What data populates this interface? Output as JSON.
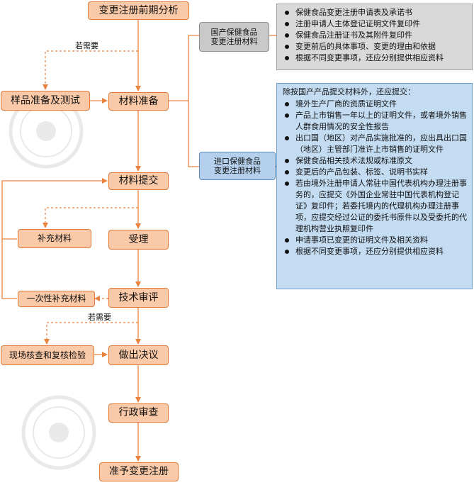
{
  "steps": {
    "analysis": "变更注册前期分析",
    "prepare": "材料准备",
    "submit": "材料提交",
    "accept": "受理",
    "review": "技术审评",
    "decision": "做出决议",
    "admin": "行政审查",
    "approve": "准予变更注册"
  },
  "side": {
    "sample": "样品准备及测试",
    "supplement": "补充材料",
    "one_time": "一次性补充材料",
    "onsite": "现场核查和复核检验"
  },
  "notes": {
    "if_needed_1": "若需要",
    "if_needed_2": "若需要"
  },
  "categories": {
    "domestic": {
      "line1": "国产保健食品",
      "line2": "变更注册材料"
    },
    "imported": {
      "line1": "进口保健食品",
      "line2": "变更注册材料"
    }
  },
  "domestic_docs": [
    "保健食品变更注册申请表及承诺书",
    "注册申请人主体登记证明文件复印件",
    "保健食品注册证书及其附件复印件",
    "变更前后的具体事项、变更的理由和依据",
    "根据不同变更事项，还应分别提供相应资料"
  ],
  "imported_docs": {
    "intro": "除按国产产品提交材料外，还应提交：",
    "items": [
      "境外生产厂商的资质证明文件",
      "产品上市销售一年以上的证明文件，或者境外销售人群食用情况的安全性报告",
      "出口国（地区）对产品实施批准的，应出具出口国（地区）主管部门准许上市销售的证明文件",
      "保健食品相关技术法规或标准原文",
      "变更后的产品包装、标签、说明书实样",
      "若由境外注册申请人常驻中国代表机构办理注册事务的，应提交《外国企业常驻中国代表机构登记证》复印件；若委托境内的代理机构办理注册事项，应提交经过公证的委托书原件以及受委托的代理机构营业执照复印件",
      "申请事项已变更的证明文件及相关资料",
      "根据不同变更事项，还应分别提供相应资料"
    ]
  },
  "colors": {
    "step_fill": "#fac9a8",
    "step_border": "#e07b3c",
    "gray_panel": "#d9d9d9",
    "blue_panel": "#c4dcf2"
  }
}
